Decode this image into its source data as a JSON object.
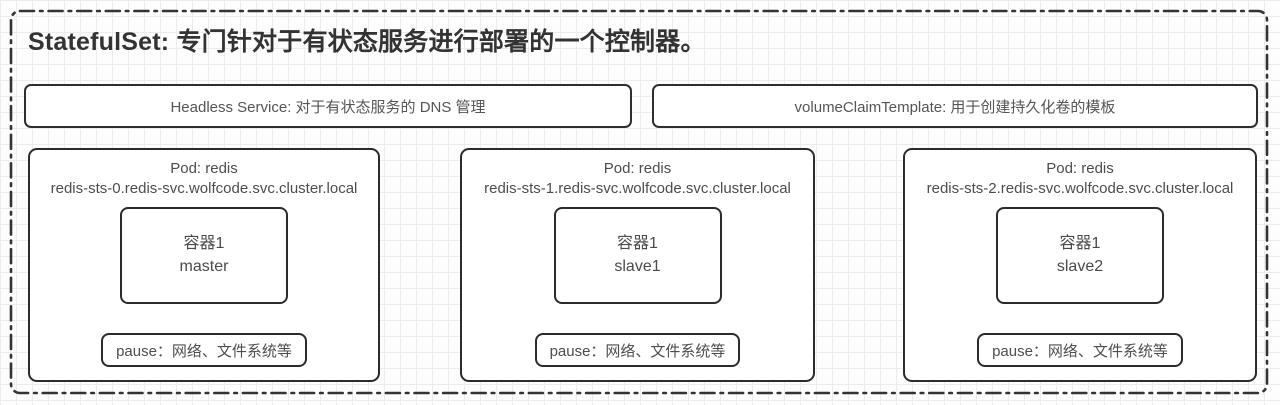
{
  "canvas": {
    "background_color": "#fdfdfd",
    "grid_color": "#ececec",
    "frame_border_color": "#333333",
    "frame_border_style": "dash-dot",
    "shape_border_color": "#2b2b2b"
  },
  "title": "StatefulSet: 专门针对于有状态服务进行部署的一个控制器。",
  "legend_boxes": [
    {
      "label": "Headless Service: 对于有状态服务的 DNS 管理"
    },
    {
      "label": "volumeClaimTemplate: 用于创建持久化卷的模板"
    }
  ],
  "pods": [
    {
      "title": "Pod: redis",
      "dns": "redis-sts-0.redis-svc.wolfcode.svc.cluster.local",
      "container": {
        "line1": "容器1",
        "line2": "master"
      },
      "pause": "pause：网络、文件系统等"
    },
    {
      "title": "Pod: redis",
      "dns": "redis-sts-1.redis-svc.wolfcode.svc.cluster.local",
      "container": {
        "line1": "容器1",
        "line2": "slave1"
      },
      "pause": "pause：网络、文件系统等"
    },
    {
      "title": "Pod: redis",
      "dns": "redis-sts-2.redis-svc.wolfcode.svc.cluster.local",
      "container": {
        "line1": "容器1",
        "line2": "slave2"
      },
      "pause": "pause：网络、文件系统等"
    }
  ]
}
